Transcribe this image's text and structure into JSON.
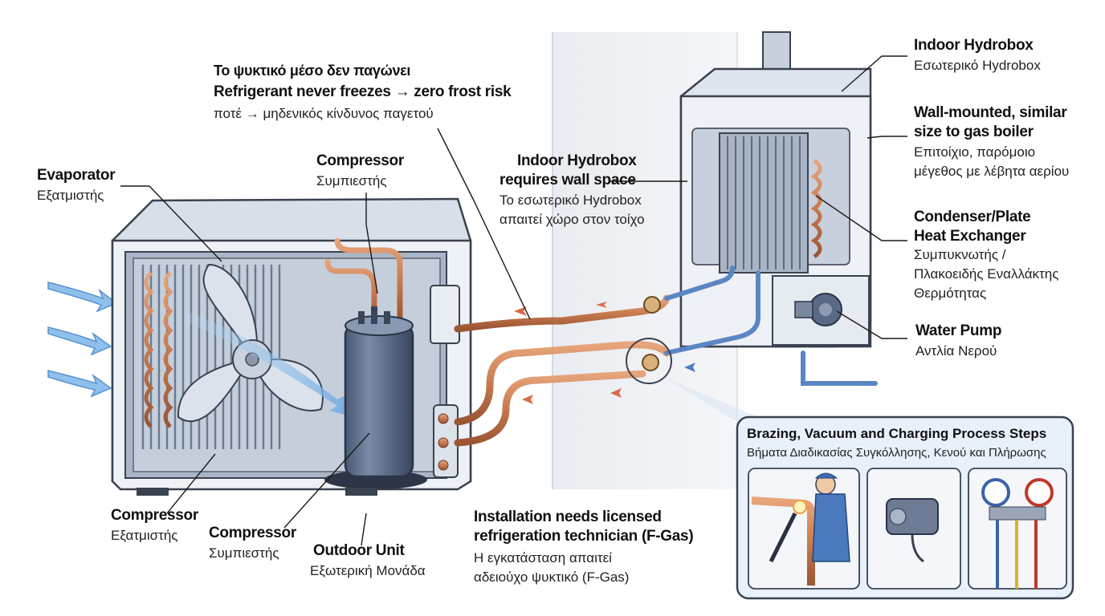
{
  "labels": {
    "frost_gr1": "Το ψυκτικό μέσο δεν παγώνει",
    "frost_en": "Refrigerant never freezes → zero frost risk",
    "frost_gr2": "ποτέ → μηδενικός κίνδυνος παγετού",
    "evaporator_en": "Evaporator",
    "evaporator_gr": "Εξατμιστής",
    "compressor_top_en": "Compressor",
    "compressor_top_gr": "Συμπιεστής",
    "wall_space_en1": "Indoor Hydrobox",
    "wall_space_en2": "requires wall space",
    "wall_space_gr1": "Το εσωτερικό Hydrobox",
    "wall_space_gr2": "απαιτεί χώρο στον τοίχο",
    "hydrobox_en": "Indoor Hydrobox",
    "hydrobox_gr": "Εσωτερικό Hydrobox",
    "wallmount_en1": "Wall-mounted, similar",
    "wallmount_en2": "size to gas boiler",
    "wallmount_gr1": "Επιτοίχιο, παρόμοιο",
    "wallmount_gr2": "μέγεθος με λέβητα αερίου",
    "condenser_en1": "Condenser/Plate",
    "condenser_en2": "Heat Exchanger",
    "condenser_gr1": "Συμπυκνωτής /",
    "condenser_gr2": "Πλακοειδής Εναλλάκτης",
    "condenser_gr3": "Θερμότητας",
    "pump_en": "Water Pump",
    "pump_gr": "Αντλία Νερού",
    "compressor_left_en": "Compressor",
    "compressor_left_gr": "Εξατμιστής",
    "compressor_bottom_en": "Compressor",
    "compressor_bottom_gr": "Συμπιεστής",
    "outdoor_en": "Outdoor Unit",
    "outdoor_gr": "Εξωτερική Μονάδα",
    "install_en1": "Installation needs licensed",
    "install_en2": "refrigeration technician (F-Gas)",
    "install_gr1": "Η εγκατάσταση απαιτεί",
    "install_gr2": "αδειούχο ψυκτικό (F-Gas)"
  },
  "process": {
    "title": "Brazing, Vacuum and Charging Process Steps",
    "subtitle": "Βήματα Διαδικασίας Συγκόλλησης, Κενού και Πλήρωσης"
  },
  "colors": {
    "copper": "#c87a4e",
    "water_pipe": "#5b86c4",
    "unit_body": "#e3e8f0",
    "outline": "#3a4250",
    "airflow": "#7fb3e6",
    "panel_bg": "#e8f0fa"
  }
}
